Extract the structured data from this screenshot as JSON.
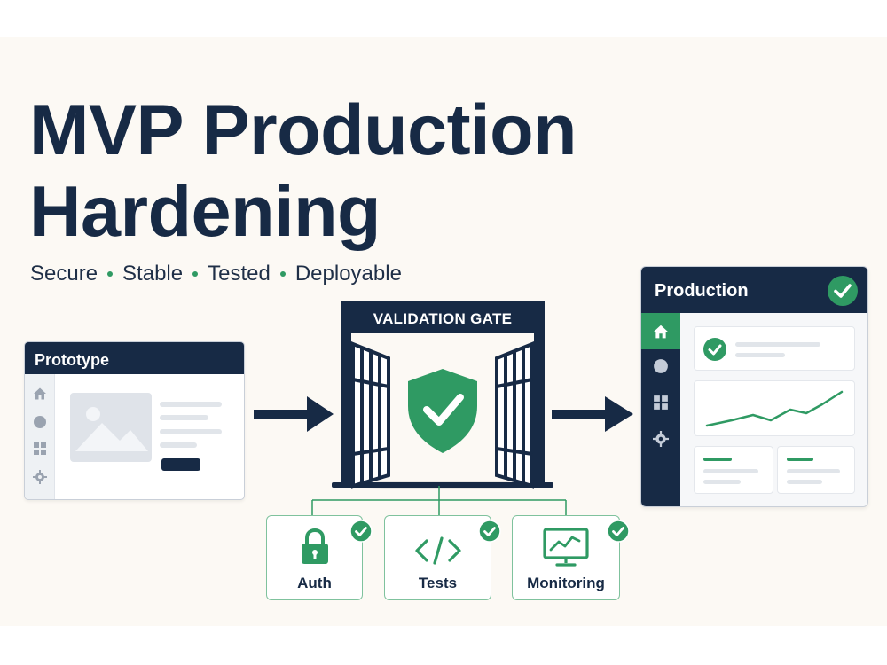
{
  "title": {
    "line1": "MVP Production",
    "line2": "Hardening"
  },
  "subtitle": {
    "items": [
      "Secure",
      "Stable",
      "Tested",
      "Deployable"
    ]
  },
  "prototype": {
    "title": "Prototype",
    "sidebar_icons": [
      "home-icon",
      "circle-icon",
      "grid-icon",
      "gear-icon"
    ]
  },
  "gate": {
    "label": "VALIDATION GATE",
    "icon": "shield-check-icon"
  },
  "production": {
    "title": "Production",
    "sidebar_icons": [
      "home-icon",
      "circle-icon",
      "grid-icon",
      "gear-icon"
    ],
    "status_icon": "check-circle-icon"
  },
  "checks": [
    {
      "label": "Auth",
      "icon": "lock-icon"
    },
    {
      "label": "Tests",
      "icon": "code-icon"
    },
    {
      "label": "Monitoring",
      "icon": "monitor-chart-icon"
    }
  ],
  "colors": {
    "navy": "#172a45",
    "green": "#2f9a63",
    "light_green_border": "#7fc29d",
    "background": "#fcf9f4"
  }
}
